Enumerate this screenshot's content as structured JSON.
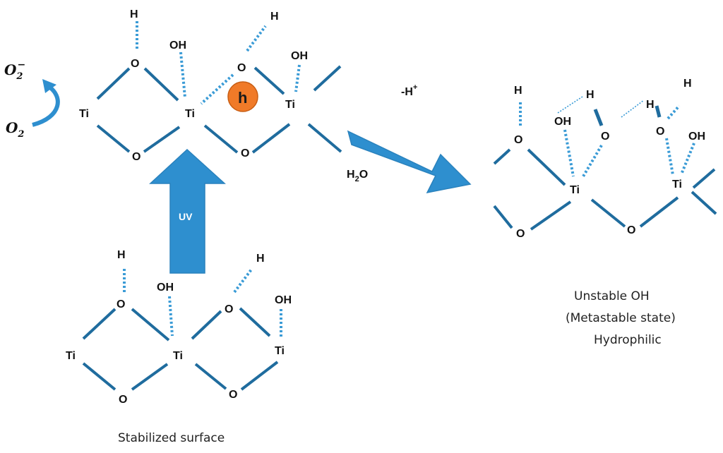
{
  "atoms": {
    "H": "H",
    "O": "O",
    "OH": "OH",
    "Ti": "Ti",
    "h": "h",
    "H2O_main": "H",
    "H2O_sub": "2",
    "H2O_tail": "O",
    "minusH": "-H",
    "minusH_sup": "+"
  },
  "oxygen": {
    "o2_minus_base": "O",
    "o2_minus_sub": "2",
    "o2_minus_sup": "−",
    "o2_base": "O",
    "o2_sub": "2"
  },
  "arrows": {
    "uv_label": "UV"
  },
  "captions": {
    "stabilized": "Stabilized surface",
    "unstable_line1": "Unstable  OH",
    "unstable_line2": "(Metastable state)",
    "unstable_line3": "Hydrophilic"
  },
  "colors": {
    "bond": "#1f6c9e",
    "dashed_bond": "#3a9bd6",
    "arrow": "#2e8fcf",
    "hole": "#f07a28"
  }
}
